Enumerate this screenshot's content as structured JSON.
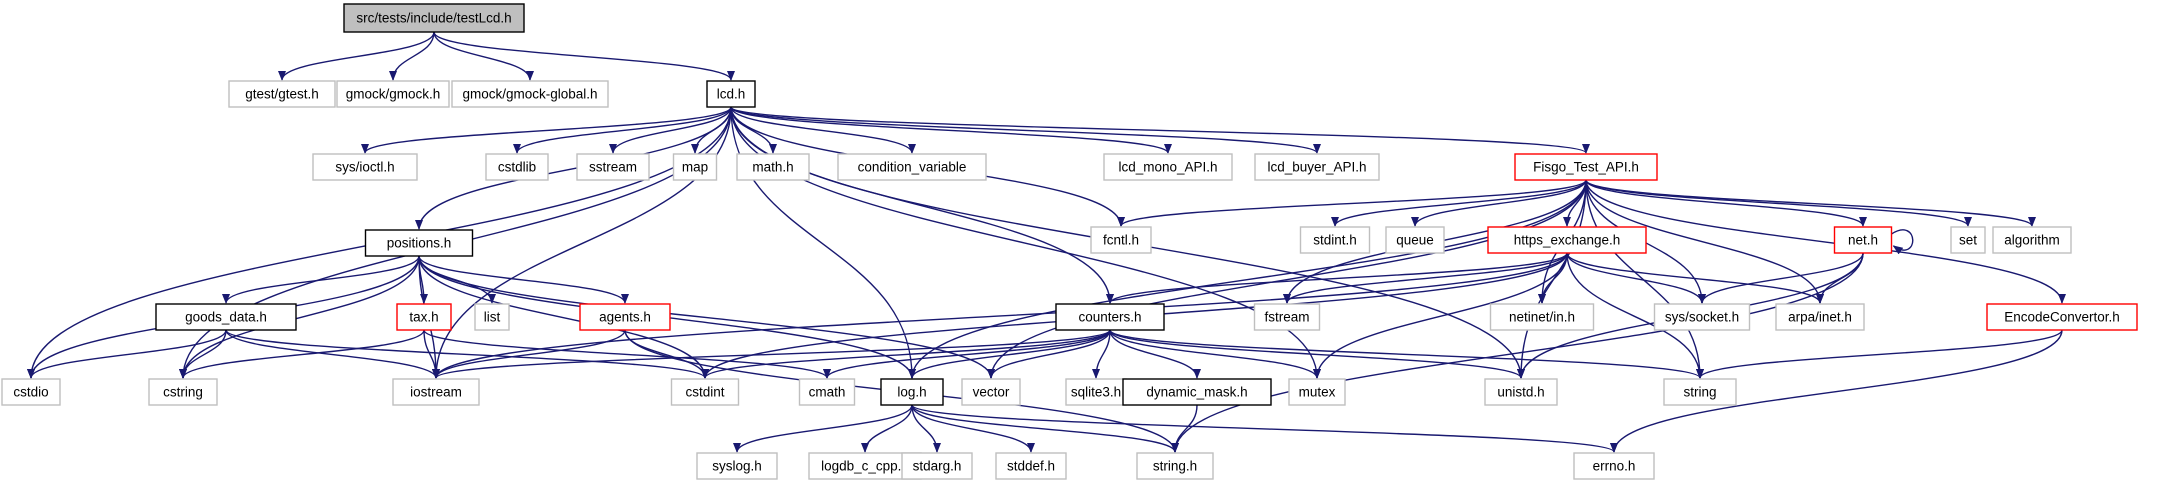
{
  "graph": {
    "nodes": [
      {
        "id": "root",
        "label": "src/tests/include/testLcd.h",
        "kind": "root"
      },
      {
        "id": "gtest",
        "label": "gtest/gtest.h",
        "kind": "external"
      },
      {
        "id": "gmock",
        "label": "gmock/gmock.h",
        "kind": "external"
      },
      {
        "id": "gmockglobal",
        "label": "gmock/gmock-global.h",
        "kind": "external"
      },
      {
        "id": "lcd",
        "label": "lcd.h",
        "kind": "documented"
      },
      {
        "id": "ioctl",
        "label": "sys/ioctl.h",
        "kind": "external"
      },
      {
        "id": "cstdlib",
        "label": "cstdlib",
        "kind": "external"
      },
      {
        "id": "sstream",
        "label": "sstream",
        "kind": "external"
      },
      {
        "id": "map",
        "label": "map",
        "kind": "external"
      },
      {
        "id": "math",
        "label": "math.h",
        "kind": "external"
      },
      {
        "id": "condvar",
        "label": "condition_variable",
        "kind": "external"
      },
      {
        "id": "lcdmono",
        "label": "lcd_mono_API.h",
        "kind": "external"
      },
      {
        "id": "lcdbuyer",
        "label": "lcd_buyer_API.h",
        "kind": "external"
      },
      {
        "id": "fisgo",
        "label": "Fisgo_Test_API.h",
        "kind": "truncated"
      },
      {
        "id": "positions",
        "label": "positions.h",
        "kind": "documented"
      },
      {
        "id": "fcntl",
        "label": "fcntl.h",
        "kind": "external"
      },
      {
        "id": "stdint",
        "label": "stdint.h",
        "kind": "external"
      },
      {
        "id": "queue",
        "label": "queue",
        "kind": "external"
      },
      {
        "id": "https",
        "label": "https_exchange.h",
        "kind": "truncated"
      },
      {
        "id": "net",
        "label": "net.h",
        "kind": "truncated"
      },
      {
        "id": "set",
        "label": "set",
        "kind": "external"
      },
      {
        "id": "algorithm",
        "label": "algorithm",
        "kind": "external"
      },
      {
        "id": "goods",
        "label": "goods_data.h",
        "kind": "documented"
      },
      {
        "id": "tax",
        "label": "tax.h",
        "kind": "truncated"
      },
      {
        "id": "list",
        "label": "list",
        "kind": "external"
      },
      {
        "id": "agents",
        "label": "agents.h",
        "kind": "truncated"
      },
      {
        "id": "counters",
        "label": "counters.h",
        "kind": "documented"
      },
      {
        "id": "fstream",
        "label": "fstream",
        "kind": "external"
      },
      {
        "id": "netinet",
        "label": "netinet/in.h",
        "kind": "external"
      },
      {
        "id": "socket",
        "label": "sys/socket.h",
        "kind": "external"
      },
      {
        "id": "arpa",
        "label": "arpa/inet.h",
        "kind": "external"
      },
      {
        "id": "encode",
        "label": "EncodeConvertor.h",
        "kind": "truncated"
      },
      {
        "id": "cstdio",
        "label": "cstdio",
        "kind": "external"
      },
      {
        "id": "cstring",
        "label": "cstring",
        "kind": "external"
      },
      {
        "id": "iostream",
        "label": "iostream",
        "kind": "external"
      },
      {
        "id": "cstdint",
        "label": "cstdint",
        "kind": "external"
      },
      {
        "id": "cmath",
        "label": "cmath",
        "kind": "external"
      },
      {
        "id": "log",
        "label": "log.h",
        "kind": "documented"
      },
      {
        "id": "vector",
        "label": "vector",
        "kind": "external"
      },
      {
        "id": "sqlite",
        "label": "sqlite3.h",
        "kind": "external"
      },
      {
        "id": "dynmask",
        "label": "dynamic_mask.h",
        "kind": "documented"
      },
      {
        "id": "mutex",
        "label": "mutex",
        "kind": "external"
      },
      {
        "id": "unistd",
        "label": "unistd.h",
        "kind": "external"
      },
      {
        "id": "string",
        "label": "string",
        "kind": "external"
      },
      {
        "id": "syslog",
        "label": "syslog.h",
        "kind": "external"
      },
      {
        "id": "logdb",
        "label": "logdb_c_cpp.h",
        "kind": "external"
      },
      {
        "id": "stdarg",
        "label": "stdarg.h",
        "kind": "external"
      },
      {
        "id": "stddef",
        "label": "stddef.h",
        "kind": "external"
      },
      {
        "id": "stringh",
        "label": "string.h",
        "kind": "external"
      },
      {
        "id": "errno",
        "label": "errno.h",
        "kind": "external"
      }
    ],
    "edges": [
      [
        "root",
        "gtest"
      ],
      [
        "root",
        "gmock"
      ],
      [
        "root",
        "gmockglobal"
      ],
      [
        "root",
        "lcd"
      ],
      [
        "lcd",
        "ioctl"
      ],
      [
        "lcd",
        "cstdlib"
      ],
      [
        "lcd",
        "sstream"
      ],
      [
        "lcd",
        "map"
      ],
      [
        "lcd",
        "math"
      ],
      [
        "lcd",
        "condvar"
      ],
      [
        "lcd",
        "lcdmono"
      ],
      [
        "lcd",
        "lcdbuyer"
      ],
      [
        "lcd",
        "fisgo"
      ],
      [
        "lcd",
        "positions"
      ],
      [
        "lcd",
        "fcntl"
      ],
      [
        "lcd",
        "cstdio"
      ],
      [
        "lcd",
        "cstring"
      ],
      [
        "lcd",
        "iostream"
      ],
      [
        "lcd",
        "log"
      ],
      [
        "lcd",
        "counters"
      ],
      [
        "lcd",
        "mutex"
      ],
      [
        "lcd",
        "unistd"
      ],
      [
        "fisgo",
        "fcntl"
      ],
      [
        "fisgo",
        "stdint"
      ],
      [
        "fisgo",
        "queue"
      ],
      [
        "fisgo",
        "https"
      ],
      [
        "fisgo",
        "net"
      ],
      [
        "fisgo",
        "set"
      ],
      [
        "fisgo",
        "algorithm"
      ],
      [
        "fisgo",
        "encode"
      ],
      [
        "fisgo",
        "fstream"
      ],
      [
        "fisgo",
        "netinet"
      ],
      [
        "fisgo",
        "socket"
      ],
      [
        "fisgo",
        "arpa"
      ],
      [
        "fisgo",
        "log"
      ],
      [
        "fisgo",
        "vector"
      ],
      [
        "fisgo",
        "unistd"
      ],
      [
        "fisgo",
        "string"
      ],
      [
        "positions",
        "goods"
      ],
      [
        "positions",
        "tax"
      ],
      [
        "positions",
        "list"
      ],
      [
        "positions",
        "agents"
      ],
      [
        "positions",
        "cstdio"
      ],
      [
        "positions",
        "cstring"
      ],
      [
        "positions",
        "iostream"
      ],
      [
        "positions",
        "cstdint"
      ],
      [
        "positions",
        "log"
      ],
      [
        "positions",
        "vector"
      ],
      [
        "goods",
        "cstdio"
      ],
      [
        "goods",
        "cstring"
      ],
      [
        "goods",
        "iostream"
      ],
      [
        "goods",
        "cstdint"
      ],
      [
        "tax",
        "cstring"
      ],
      [
        "tax",
        "iostream"
      ],
      [
        "tax",
        "cmath"
      ],
      [
        "agents",
        "iostream"
      ],
      [
        "agents",
        "cstdint"
      ],
      [
        "agents",
        "stringh"
      ],
      [
        "https",
        "counters"
      ],
      [
        "https",
        "fstream"
      ],
      [
        "https",
        "netinet"
      ],
      [
        "https",
        "socket"
      ],
      [
        "https",
        "arpa"
      ],
      [
        "https",
        "iostream"
      ],
      [
        "https",
        "cstdint"
      ],
      [
        "https",
        "mutex"
      ],
      [
        "https",
        "string"
      ],
      [
        "net",
        "net"
      ],
      [
        "net",
        "socket"
      ],
      [
        "net",
        "arpa"
      ],
      [
        "net",
        "unistd"
      ],
      [
        "net",
        "stringh"
      ],
      [
        "encode",
        "string"
      ],
      [
        "encode",
        "errno"
      ],
      [
        "counters",
        "iostream"
      ],
      [
        "counters",
        "cstdint"
      ],
      [
        "counters",
        "cmath"
      ],
      [
        "counters",
        "log"
      ],
      [
        "counters",
        "vector"
      ],
      [
        "counters",
        "sqlite"
      ],
      [
        "counters",
        "dynmask"
      ],
      [
        "counters",
        "mutex"
      ],
      [
        "counters",
        "unistd"
      ],
      [
        "counters",
        "string"
      ],
      [
        "dynmask",
        "stringh"
      ],
      [
        "log",
        "syslog"
      ],
      [
        "log",
        "logdb"
      ],
      [
        "log",
        "stdarg"
      ],
      [
        "log",
        "stddef"
      ],
      [
        "log",
        "stringh"
      ],
      [
        "log",
        "errno"
      ]
    ]
  },
  "colors": {
    "edge": "#191970",
    "root_fill": "#bfbfbf",
    "documented_border": "#000000",
    "truncated_border": "#ff0000",
    "external_border": "#bfbfbf"
  }
}
